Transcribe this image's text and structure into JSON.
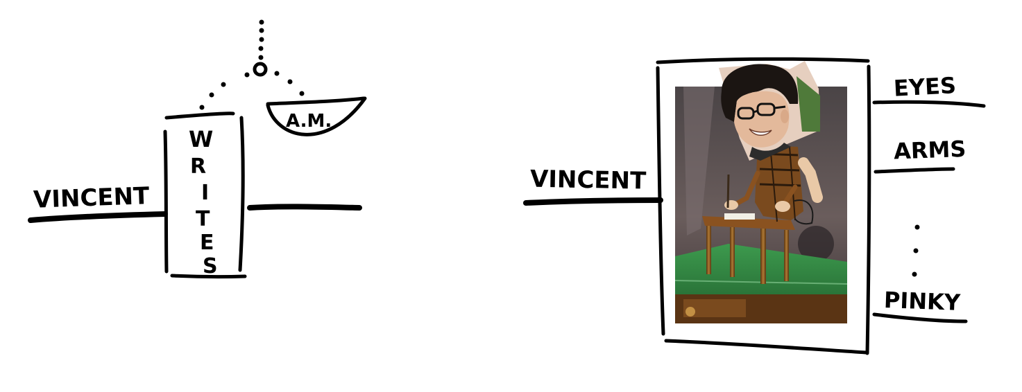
{
  "left_diagram": {
    "wire_label": "VINCENT",
    "box_letters": [
      "W",
      "R",
      "I",
      "T",
      "E",
      "S"
    ],
    "param_label": "A.M."
  },
  "right_diagram": {
    "wire_label": "VINCENT",
    "outputs": [
      "EYES",
      "ARMS",
      "PINKY"
    ],
    "ellipsis": ":",
    "image": "photo of an automaton writer figure with a smiling man's face collaged onto its head"
  },
  "colors": {
    "ink": "#000000",
    "background": "#ffffff",
    "photo_backdrop": "#5e5353",
    "photo_wood": "#8a5220",
    "photo_glass": "#2f8a3e",
    "skin": "#e9c9a7"
  }
}
